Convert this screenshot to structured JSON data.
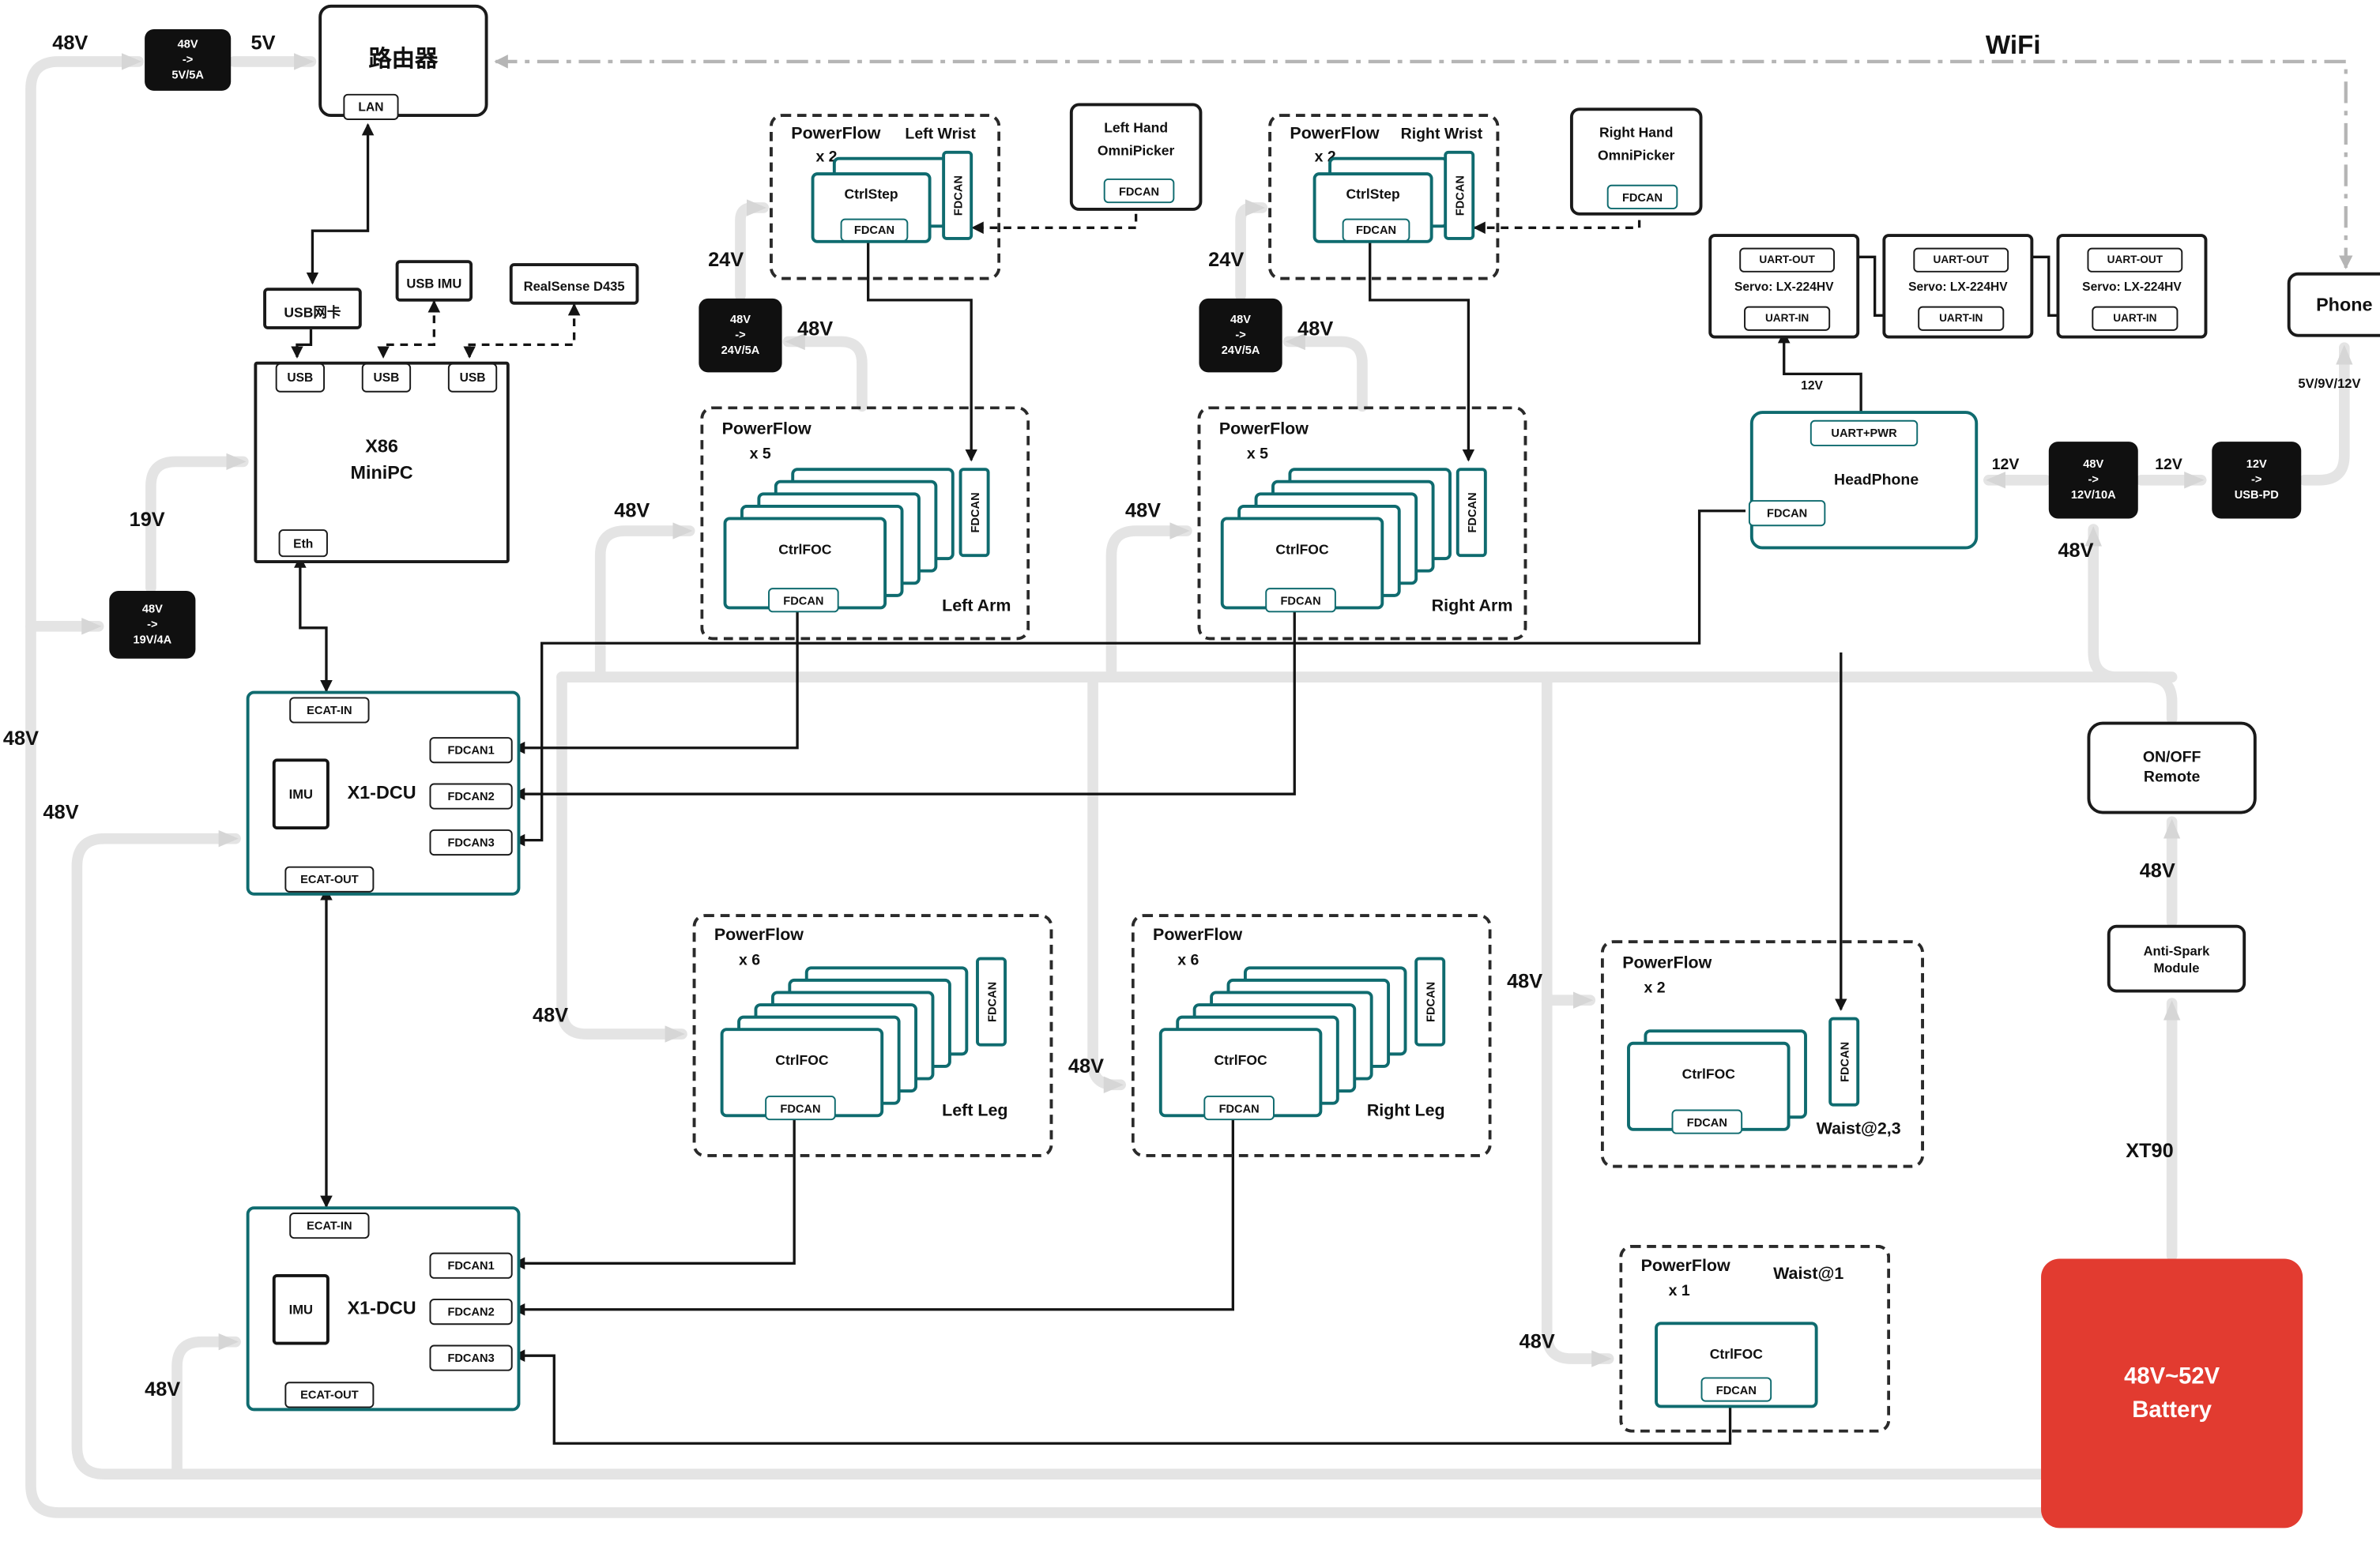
{
  "palette": {
    "teal": "#0f6b6f",
    "battery_red": "#e23b30",
    "wire_gray": "#e4e4e4"
  },
  "top": {
    "v48": "48V",
    "v5": "5V",
    "wifi": "WiFi",
    "conv5": {
      "in": "48V",
      "arrow": "->",
      "out": "5V/5A"
    },
    "router": {
      "title": "路由器",
      "lan": "LAN"
    }
  },
  "pc": {
    "usb_nic": "USB网卡",
    "usb_imu": "USB IMU",
    "realsense": "RealSense D435",
    "usb": "USB",
    "name1": "X86",
    "name2": "MiniPC",
    "eth": "Eth",
    "v19": "19V",
    "conv19": {
      "in": "48V",
      "arrow": "->",
      "out": "19V/4A"
    }
  },
  "rail_left": {
    "v48_top": "48V",
    "v48_mid": "48V",
    "v48_low": "48V"
  },
  "dcu": {
    "title": "X1-DCU",
    "ecat_in": "ECAT-IN",
    "ecat_out": "ECAT-OUT",
    "imu": "IMU",
    "fdcan1": "FDCAN1",
    "fdcan2": "FDCAN2",
    "fdcan3": "FDCAN3"
  },
  "pf": {
    "title": "PowerFlow",
    "fdcan": "FDCAN",
    "ctrl_step": "CtrlStep",
    "ctrl_foc": "CtrlFOC"
  },
  "groups": {
    "left_wrist": {
      "count": "x 2",
      "name": "Left Wrist"
    },
    "right_wrist": {
      "count": "x 2",
      "name": "Right Wrist"
    },
    "left_arm": {
      "count": "x 5",
      "name": "Left Arm",
      "v48": "48V"
    },
    "right_arm": {
      "count": "x 5",
      "name": "Right Arm",
      "v48": "48V"
    },
    "left_leg": {
      "count": "x 6",
      "name": "Left Leg",
      "v48": "48V"
    },
    "right_leg": {
      "count": "x 6",
      "name": "Right Leg",
      "v48": "48V"
    },
    "waist23": {
      "count": "x 2",
      "name": "Waist@2,3",
      "v48": "48V"
    },
    "waist1": {
      "count": "x 1",
      "name": "Waist@1",
      "v48": "48V"
    }
  },
  "conv24": {
    "in": "48V",
    "arrow": "->",
    "out": "24V/5A",
    "v24": "24V",
    "v48": "48V"
  },
  "hands": {
    "left": {
      "name1": "Left Hand",
      "name2": "OmniPicker",
      "fdcan": "FDCAN"
    },
    "right": {
      "name1": "Right Hand",
      "name2": "OmniPicker",
      "fdcan": "FDCAN"
    }
  },
  "servo": {
    "uart_out": "UART-OUT",
    "name": "Servo: LX-224HV",
    "uart_in": "UART-IN"
  },
  "headphone": {
    "uart_pwr": "UART+PWR",
    "title": "HeadPhone",
    "fdcan": "FDCAN",
    "v12": "12V"
  },
  "rail_right": {
    "conv12": {
      "in": "48V",
      "arrow": "->",
      "out": "12V/10A"
    },
    "convpd": {
      "in": "12V",
      "arrow": "->",
      "out": "USB-PD"
    },
    "v12_left": "12V",
    "v12_mid": "12V",
    "v48": "48V",
    "phone": "Phone",
    "phone_volts": "5V/9V/12V"
  },
  "chain": {
    "remote1": "ON/OFF",
    "remote2": "Remote",
    "v48": "48V",
    "spark1": "Anti-Spark",
    "spark2": "Module",
    "xt90": "XT90",
    "battery1": "48V~52V",
    "battery2": "Battery"
  }
}
